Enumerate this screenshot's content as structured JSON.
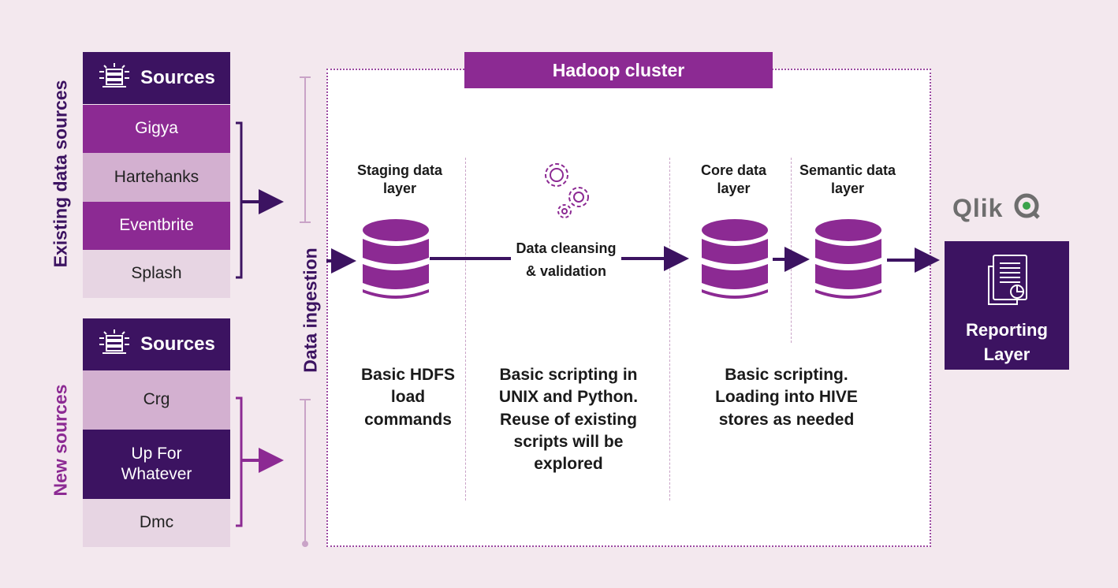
{
  "existing": {
    "side_label": "Existing data sources",
    "header": "Sources",
    "items": [
      "Gigya",
      "Hartehanks",
      "Eventbrite",
      "Splash"
    ]
  },
  "new_sources": {
    "side_label": "New sources",
    "header": "Sources",
    "items": [
      "Crg",
      "Up For Whatever",
      "Dmc"
    ]
  },
  "ingestion_label": "Data ingestion",
  "cluster": {
    "title": "Hadoop cluster",
    "staging": {
      "label": "Staging data layer",
      "desc": "Basic HDFS load commands"
    },
    "cleansing": {
      "label": "Data cleansing & validation",
      "desc": "Basic scripting in UNIX and Python. Reuse of existing scripts will be explored"
    },
    "core": {
      "label": "Core data layer"
    },
    "semantic": {
      "label": "Semantic data layer"
    },
    "core_desc": "Basic scripting. Loading into HIVE stores as needed"
  },
  "reporting": {
    "brand": "Qlik",
    "label": "Reporting Layer"
  },
  "colors": {
    "dark_purple": "#3c1361",
    "purple": "#8c2a93",
    "light_purple": "#d3b0d0",
    "pale": "#e7d5e3",
    "background": "#f3e8ee"
  }
}
